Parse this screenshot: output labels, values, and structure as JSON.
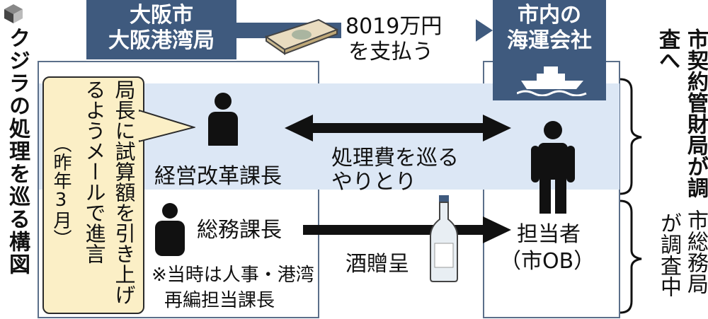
{
  "title": "クジラの処理を巡る構図",
  "left_org": {
    "line1": "大阪市",
    "line2": "大阪港湾局"
  },
  "right_org": {
    "line1": "市内の",
    "line2": "海運会社"
  },
  "payment": {
    "amount": "8019万円",
    "action": "を支払う"
  },
  "note": {
    "text": "局長に試算額を引き上げるようメールで進言",
    "date": "（昨年3月）"
  },
  "people": {
    "manager": "経営改革課長",
    "general_affairs": "総務課長",
    "footnote_line1": "※当時は人事・港湾",
    "footnote_line2": "再編担当課長",
    "contact": "担当者",
    "contact_note": "（市OB）"
  },
  "exchanges": {
    "fee_line1": "処理費を巡る",
    "fee_line2": "やりとり",
    "gift": "酒贈呈"
  },
  "investigations": {
    "contract": "市契約管財局が調査へ",
    "general_col1": "市総務局",
    "general_col2": "が調査中"
  },
  "colors": {
    "navy": "#3f5a7e",
    "band": "#dce7f5",
    "note": "#fbefc6"
  }
}
